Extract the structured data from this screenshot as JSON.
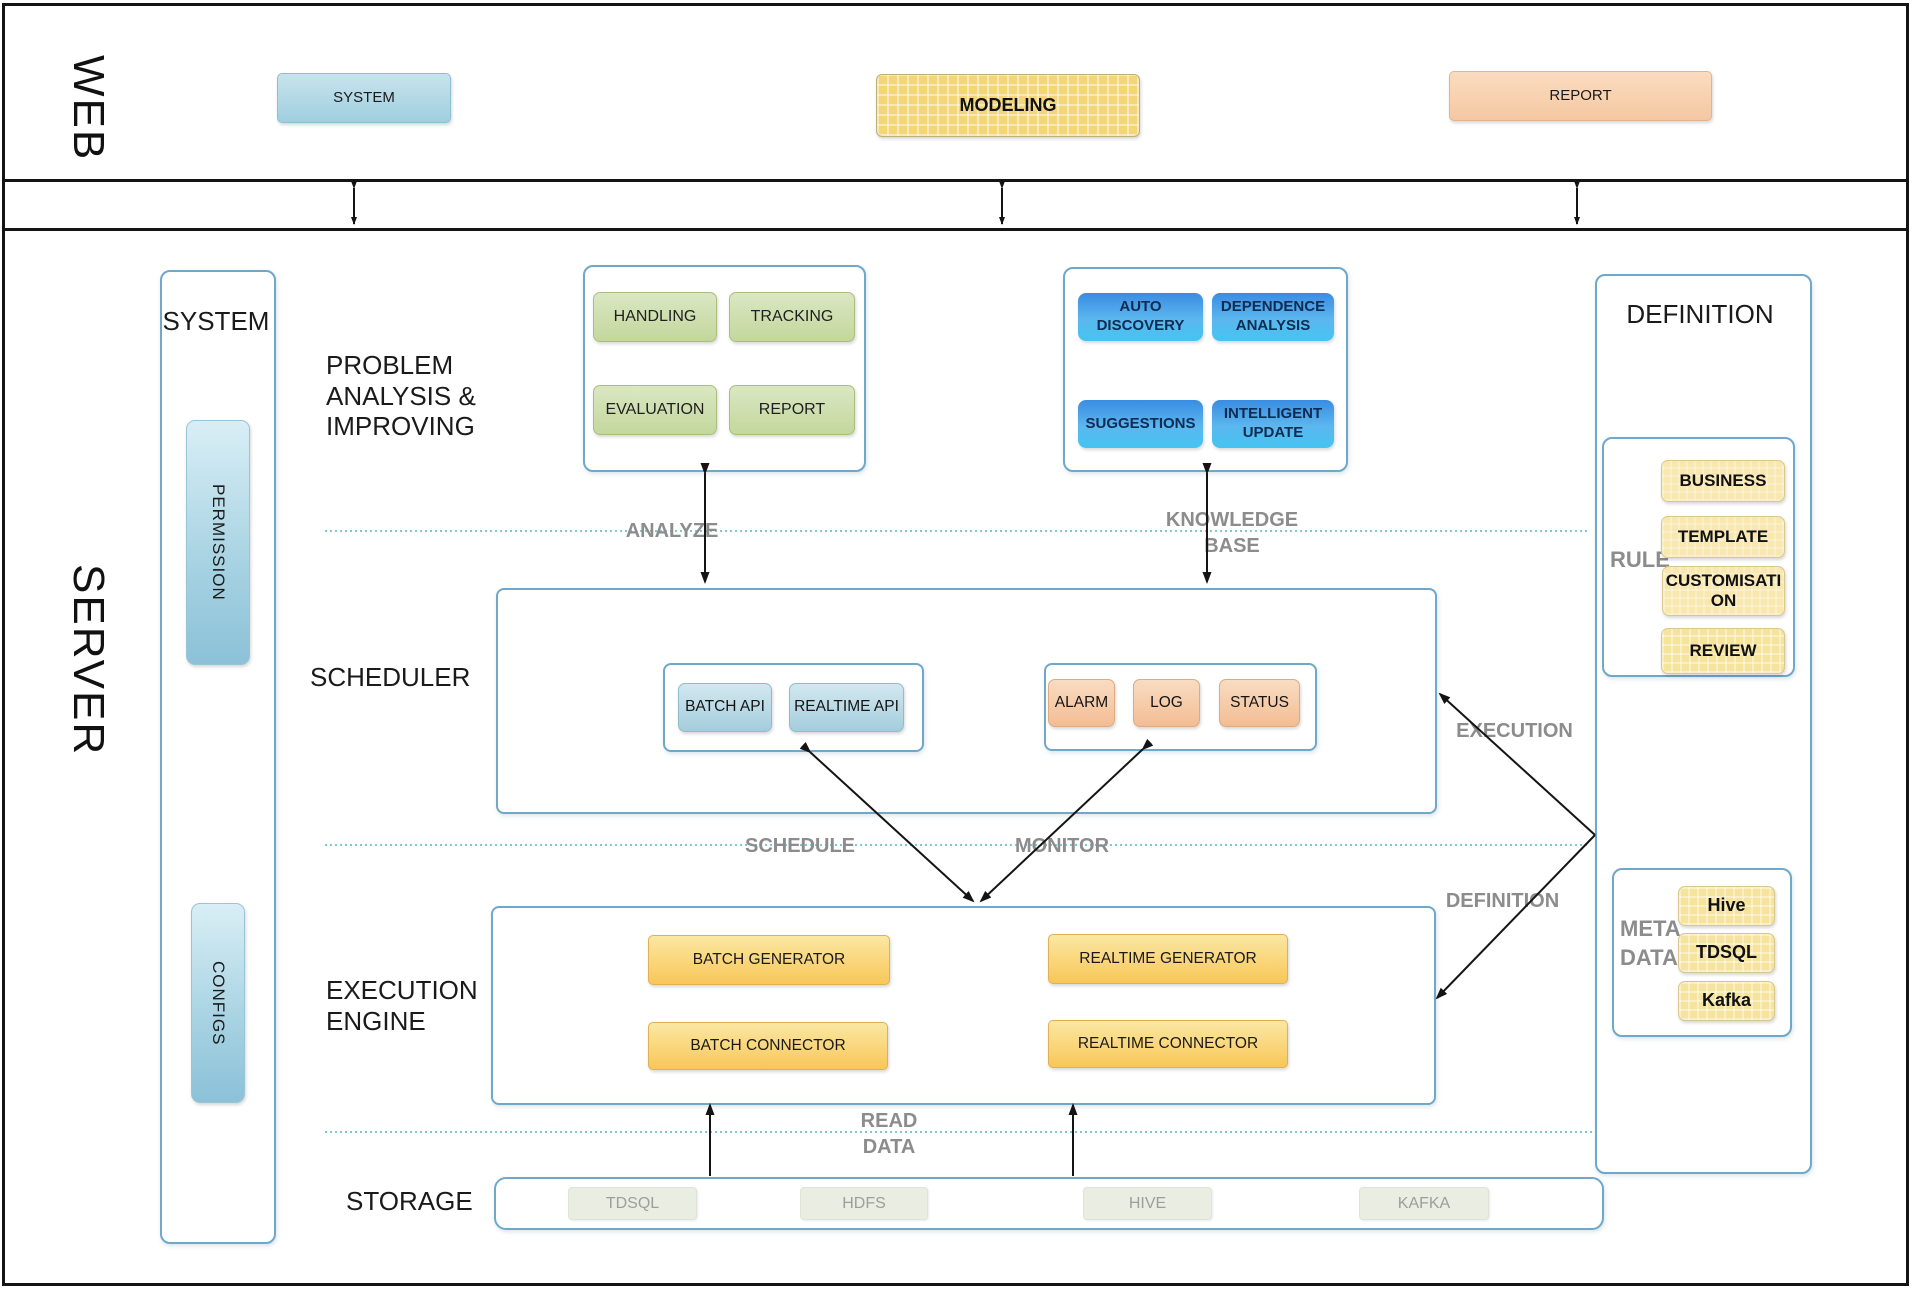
{
  "web_band": {
    "label": "WEB",
    "system": "SYSTEM",
    "modeling": "MODELING",
    "report": "REPORT"
  },
  "server_band": {
    "label": "SERVER"
  },
  "system_panel": {
    "title": "SYSTEM",
    "permission": "PERMISSION",
    "configs": "CONFIGS"
  },
  "problem_analysis": {
    "title": "PROBLEM ANALYSIS & IMPROVING",
    "handling": "HANDLING",
    "tracking": "TRACKING",
    "evaluation": "EVALUATION",
    "report": "REPORT"
  },
  "knowledge_modules": {
    "auto_discovery": "AUTO DISCOVERY",
    "dependence_analysis": "DEPENDENCE ANALYSIS",
    "suggestions": "SUGGESTIONS",
    "intelligent_update": "INTELLIGENT UPDATE"
  },
  "definition_panel": {
    "title": "DEFINITION",
    "rule": {
      "label": "RULE",
      "business": "BUSINESS",
      "template": "TEMPLATE",
      "customisation": "CUSTOMISATION",
      "review": "REVIEW"
    },
    "metadata": {
      "label": "META DATA",
      "hive": "Hive",
      "tdsql": "TDSQL",
      "kafka": "Kafka"
    }
  },
  "scheduler": {
    "title": "SCHEDULER",
    "batch_api": "BATCH API",
    "realtime_api": "REALTIME API",
    "alarm": "ALARM",
    "log": "LOG",
    "status": "STATUS"
  },
  "execution_engine": {
    "title": "EXECUTION ENGINE",
    "batch_generator": "BATCH GENERATOR",
    "batch_connector": "BATCH CONNECTOR",
    "realtime_generator": "REALTIME GENERATOR",
    "realtime_connector": "REALTIME CONNECTOR"
  },
  "storage": {
    "title": "STORAGE",
    "tdsql": "TDSQL",
    "hdfs": "HDFS",
    "hive": "HIVE",
    "kafka": "KAFKA"
  },
  "flow_labels": {
    "analyze": "ANALYZE",
    "knowledge_base": "KNOWLEDGE BASE",
    "schedule": "SCHEDULE",
    "monitor": "MONITOR",
    "execution": "EXECUTION",
    "definition": "DEFINITION",
    "read_data": "READ DATA"
  },
  "colors": {
    "group_border": "#6fa8c8",
    "web_system_fill": "#aed4e2",
    "modeling_fill": "#f3d678",
    "report_fill": "#f8cda8",
    "green_fill": "#cbdda6",
    "knowledge_blue": "#3a8ce2",
    "api_fill": "#b9d8e4",
    "alarm_fill": "#f6c9a2",
    "execution_yellow": "#f9d271",
    "rule_yellow": "#f8e7ae",
    "storage_chip": "#eaede2",
    "gray_label": "#8c8c8c",
    "dashed_line": "#7ec8cf",
    "frame_black": "#141414"
  }
}
